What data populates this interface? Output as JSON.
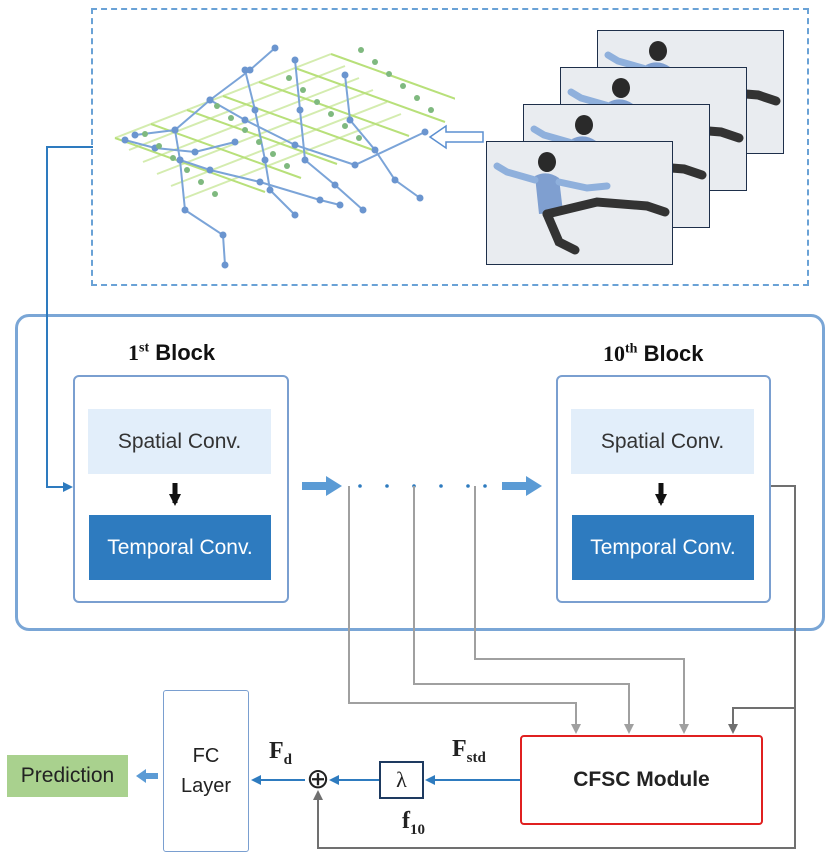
{
  "block1": {
    "title_main": "1",
    "title_sup": "st",
    "title_rest": " Block",
    "spatial": "Spatial Conv.",
    "temporal": "Temporal Conv."
  },
  "block10": {
    "title_main": "10",
    "title_sup": "th",
    "title_rest": " Block",
    "spatial": "Spatial Conv.",
    "temporal": "Temporal Conv."
  },
  "fc": {
    "line1": "FC",
    "line2": "Layer"
  },
  "prediction": "Prediction",
  "cfsc": "CFSC Module",
  "lambda": "λ",
  "plus": "⊕",
  "labels": {
    "fd_main": "F",
    "fd_sub": "d",
    "fstd_main": "F",
    "fstd_sub": "std",
    "f10_main": "f",
    "f10_sub": "10"
  },
  "colors": {
    "accent_blue": "#2e7bbf",
    "light_blue": "#e2eefa",
    "cfsc_red": "#e02020",
    "prediction_green": "#a9d18e",
    "gray_line": "#a0a0a0"
  },
  "input_frame_count": 4
}
